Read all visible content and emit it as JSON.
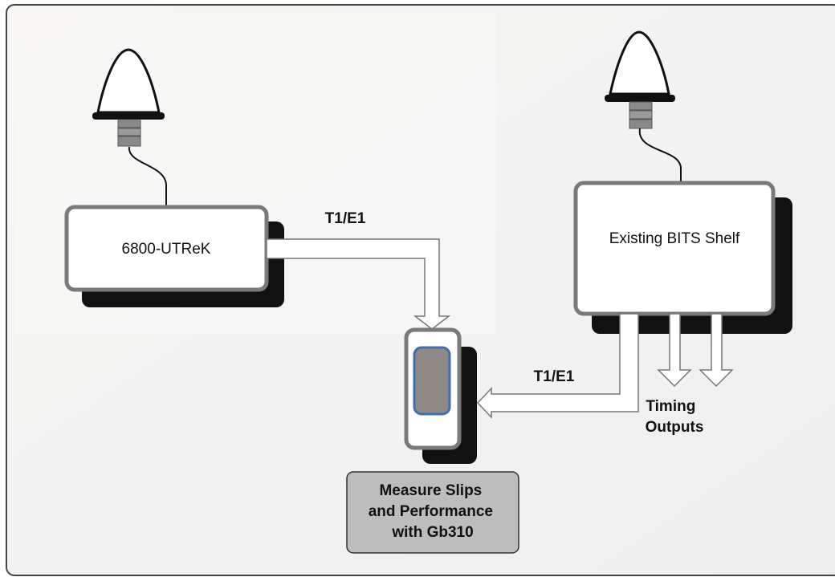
{
  "devices": {
    "utrek": {
      "label": "6800-UTReK"
    },
    "bits": {
      "label": "Existing BITS Shelf"
    }
  },
  "links": {
    "utrek_to_tester": {
      "label": "T1/E1"
    },
    "bits_to_tester": {
      "label": "T1/E1"
    }
  },
  "outputs": {
    "label_line1": "Timing",
    "label_line2": "Outputs"
  },
  "measurement": {
    "line1": "Measure Slips",
    "line2": "and Performance",
    "line3": "with Gb310"
  },
  "icons": [
    "gps-antenna-icon",
    "gps-antenna-icon",
    "handheld-tester-icon"
  ],
  "colors": {
    "frame_bg": "#f1f1f1",
    "box_fill": "#ffffff",
    "box_stroke": "#7a7a7a",
    "shadow": "#111111",
    "measure_fill": "#bdbdbd",
    "tester_screen": "#8f8a86",
    "tester_screen_border": "#3f6fb0"
  }
}
